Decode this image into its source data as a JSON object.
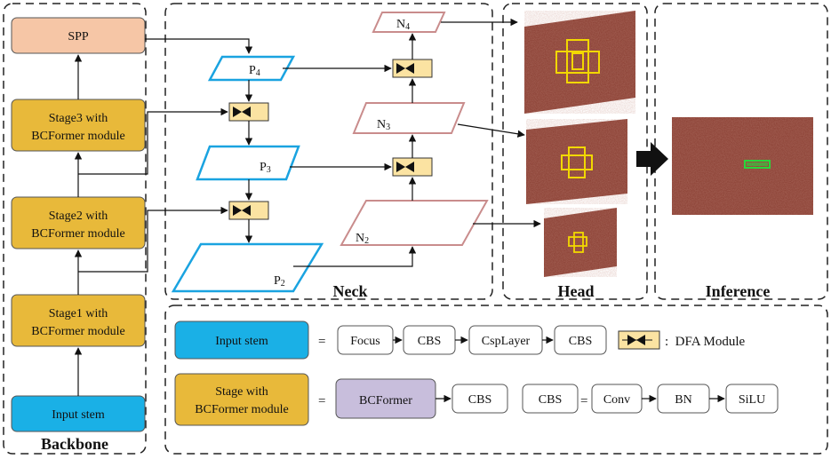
{
  "sections": {
    "backbone": "Backbone",
    "neck": "Neck",
    "head": "Head",
    "inference": "Inference"
  },
  "backbone": {
    "spp": "SPP",
    "stage3": [
      "Stage3 with",
      "BCFormer module"
    ],
    "stage2": [
      "Stage2 with",
      "BCFormer module"
    ],
    "stage1": [
      "Stage1 with",
      "BCFormer module"
    ],
    "input_stem": "Input stem"
  },
  "neck": {
    "p4": "P4",
    "p3": "P3",
    "p2": "P2",
    "n4": "N4",
    "n3": "N3",
    "n2": "N2"
  },
  "legend": {
    "input_stem": "Input stem",
    "eq": "=",
    "seq1": [
      "Focus",
      "CBS",
      "CspLayer",
      "CBS"
    ],
    "dfa_label": ":  DFA Module",
    "stage": [
      "Stage with",
      "BCFormer module"
    ],
    "bcformer": "BCFormer",
    "cbs_after": "CBS",
    "cbs_def": "CBS",
    "seq2": [
      "Conv",
      "BN",
      "SiLU"
    ]
  },
  "colors": {
    "stage_fill": "#e8b93a",
    "spp_fill": "#f6c6a6",
    "input_fill": "#1ab0e6",
    "p_stroke": "#1aa3e0",
    "n_stroke": "#c98c8c",
    "dfa_fill": "#fbe3a2",
    "bcformer_fill": "#c8bedc",
    "texture": "#8e4438",
    "box_yellow": "#f2d800",
    "detect_green": "#27d83a"
  }
}
